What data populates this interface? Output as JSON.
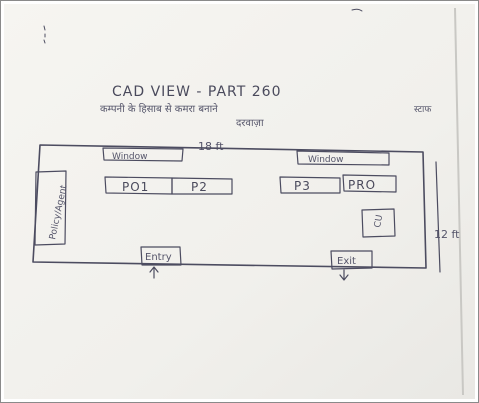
{
  "title": "CAD VIEW - PART 260",
  "subtitle_line1": "कम्पनी के हिसाब से कमरा बनाने",
  "subtitle_line2": "दरवाज़ा",
  "dimensions": {
    "width_label": "18 ft",
    "height_label": "12 ft"
  },
  "rooms": {
    "window_left": "Window",
    "window_right": "Window",
    "desk_1": "PO1",
    "desk_2": "P2",
    "desk_3": "P3",
    "desk_4": "PRO",
    "left_wall_label": "Policy/Agent",
    "right_box": "CU",
    "entry": "Entry",
    "exit": "Exit"
  },
  "colors": {
    "paper": "#f3f2ee",
    "ink": "#4c4c60",
    "photo_border": "#8a8a8a"
  }
}
